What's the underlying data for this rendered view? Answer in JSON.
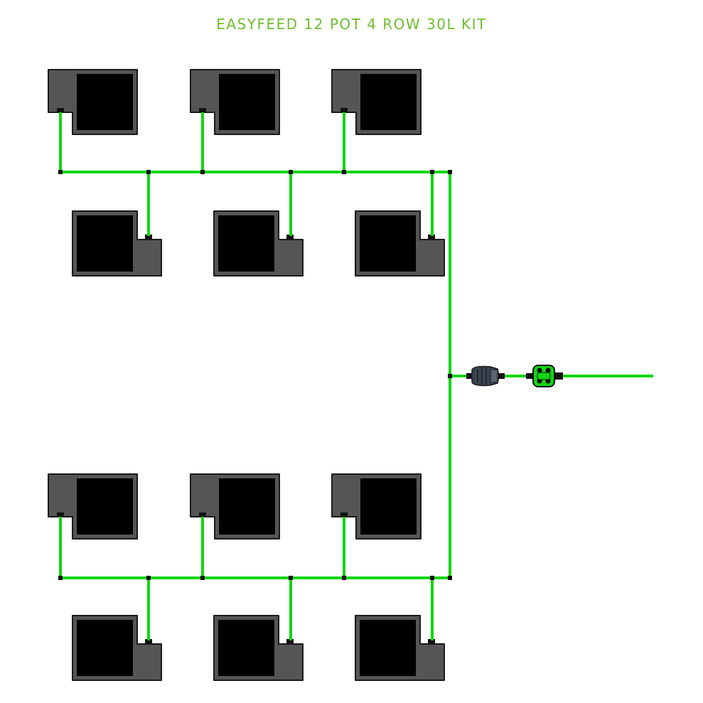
{
  "title": "EASYFEED 12 POT 4 ROW 30L KIT",
  "colors": {
    "title": "#6fbe2f",
    "hose": "#12d612",
    "hose_fitting": "#111111",
    "pot_body": "#555555",
    "pot_outline": "#1a1a1a",
    "pot_interior": "#000000",
    "filter_body": "#3a4450",
    "valve_body": "#12d612"
  },
  "layout_summary": {
    "total_pots": 12,
    "rows": 4,
    "pots_per_row": 3
  }
}
